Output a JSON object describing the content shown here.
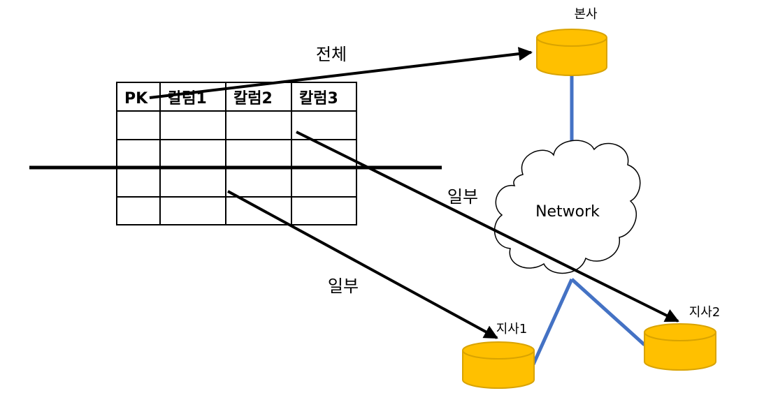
{
  "table": {
    "columns": [
      "PK",
      "칼럼1",
      "칼럼2",
      "칼럼3"
    ],
    "data_row_count": 4
  },
  "labels": {
    "full": "전체",
    "partial_top": "일부",
    "partial_bottom": "일부",
    "network": "Network"
  },
  "databases": {
    "hq": "본사",
    "branch1": "지사1",
    "branch2": "지사2"
  },
  "colors": {
    "db_fill": "#FFC000",
    "db_stroke": "#D9A300",
    "link": "#4472C4",
    "arrow": "#000000"
  }
}
